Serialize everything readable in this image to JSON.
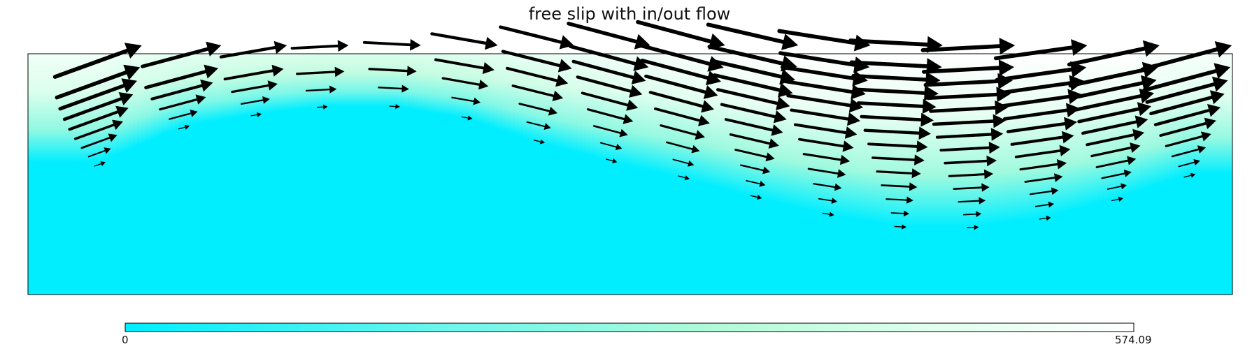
{
  "chart_data": {
    "type": "quiver",
    "title": "free slip with in/out flow",
    "xlabel": "",
    "ylabel": "",
    "colorbar": {
      "min_label": "0",
      "max_label": "574.09",
      "min": 0,
      "max": 574.09,
      "colors": [
        "#00eeff",
        "#66f6ee",
        "#b4fbd8",
        "#e0fff0",
        "#ffffff"
      ]
    },
    "domain": {
      "x_range": [
        0,
        1
      ],
      "depth_range": [
        0,
        1
      ],
      "background": "#00eeff"
    },
    "flow_field": {
      "description_units": "normalized domain coordinates",
      "columns": [
        {
          "x": 0.06,
          "depth": 0.45,
          "angle": -20,
          "max_speed": 574
        },
        {
          "x": 0.13,
          "depth": 0.3,
          "angle": -15,
          "max_speed": 500
        },
        {
          "x": 0.19,
          "depth": 0.25,
          "angle": -10,
          "max_speed": 400
        },
        {
          "x": 0.245,
          "depth": 0.22,
          "angle": -3,
          "max_speed": 330
        },
        {
          "x": 0.305,
          "depth": 0.22,
          "angle": 3,
          "max_speed": 330
        },
        {
          "x": 0.365,
          "depth": 0.27,
          "angle": 10,
          "max_speed": 400
        },
        {
          "x": 0.425,
          "depth": 0.37,
          "angle": 14,
          "max_speed": 460
        },
        {
          "x": 0.485,
          "depth": 0.45,
          "angle": 15,
          "max_speed": 520
        },
        {
          "x": 0.545,
          "depth": 0.52,
          "angle": 15,
          "max_speed": 560
        },
        {
          "x": 0.605,
          "depth": 0.6,
          "angle": 13,
          "max_speed": 574
        },
        {
          "x": 0.665,
          "depth": 0.67,
          "angle": 9,
          "max_speed": 574
        },
        {
          "x": 0.725,
          "depth": 0.72,
          "angle": 3,
          "max_speed": 574
        },
        {
          "x": 0.785,
          "depth": 0.72,
          "angle": -3,
          "max_speed": 574
        },
        {
          "x": 0.845,
          "depth": 0.68,
          "angle": -8,
          "max_speed": 574
        },
        {
          "x": 0.905,
          "depth": 0.6,
          "angle": -12,
          "max_speed": 574
        },
        {
          "x": 0.965,
          "depth": 0.5,
          "angle": -15,
          "max_speed": 574
        }
      ]
    }
  }
}
